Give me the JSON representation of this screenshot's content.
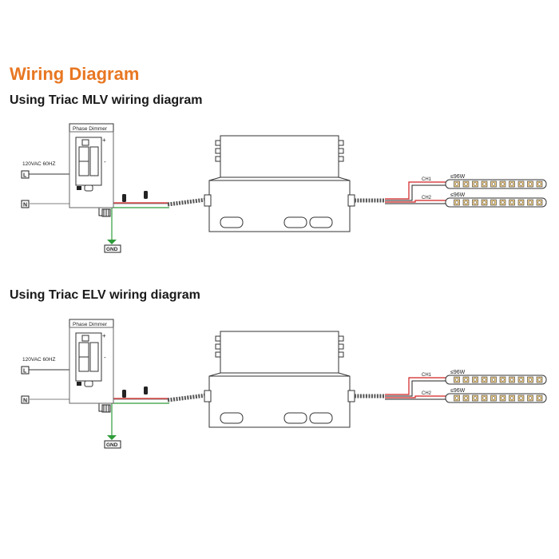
{
  "title": "Wiring Diagram",
  "sections": [
    {
      "heading": "Using Triac MLV wiring diagram",
      "dimmer_label": "Phase Dimmer",
      "supply_label": "120VAC 60HZ",
      "line_label": "L",
      "neutral_label": "N",
      "ground_label": "GND",
      "plus_label": "+",
      "minus_label": "-",
      "channels": [
        {
          "label": "CH1",
          "power": "≤96W"
        },
        {
          "label": "CH2",
          "power": "≤96W"
        }
      ]
    },
    {
      "heading": "Using Triac ELV wiring diagram",
      "dimmer_label": "Phase Dimmer",
      "supply_label": "120VAC 60HZ",
      "line_label": "L",
      "neutral_label": "N",
      "ground_label": "GND",
      "plus_label": "+",
      "minus_label": "-",
      "channels": [
        {
          "label": "CH1",
          "power": "≤96W"
        },
        {
          "label": "CH2",
          "power": "≤96W"
        }
      ]
    }
  ],
  "colors": {
    "title": "#e87722",
    "live_wire": "#d22020",
    "ground_wire": "#2e9c3a",
    "neutral_wire": "#9a9a9a",
    "led_chip": "#f3d089"
  }
}
